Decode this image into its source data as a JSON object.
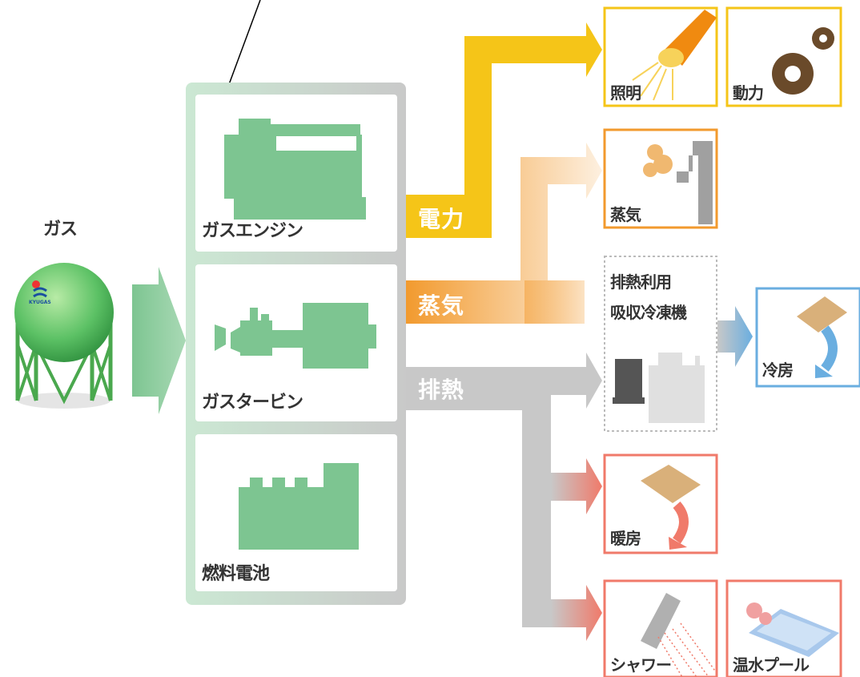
{
  "source": {
    "label": "ガス",
    "tank_mark": "KYUGAS"
  },
  "generators": [
    {
      "id": "gas-engine",
      "label": "ガスエンジン"
    },
    {
      "id": "gas-turbine",
      "label": "ガスタービン"
    },
    {
      "id": "fuel-cell",
      "label": "燃料電池"
    }
  ],
  "flows": {
    "electricity": {
      "label": "電力",
      "color": "#f5c518"
    },
    "steam": {
      "label": "蒸気",
      "color": "#f29a2e"
    },
    "exhaust_heat": {
      "label": "排熱",
      "color": "#c8c8c8"
    }
  },
  "uses": {
    "lighting": {
      "label": "照明"
    },
    "power": {
      "label": "動力"
    },
    "steam": {
      "label": "蒸気"
    },
    "absorption_chiller": {
      "label_line1": "排熱利用",
      "label_line2": "吸収冷凍機"
    },
    "cooling": {
      "label": "冷房"
    },
    "heating": {
      "label": "暖房"
    },
    "shower": {
      "label": "シャワー"
    },
    "pool": {
      "label": "温水プール"
    }
  },
  "colors": {
    "green": "#7dc591",
    "panel_border": "#d2ddd5",
    "yellow": "#f5c518",
    "orange": "#f29a2e",
    "gray": "#c8c8c8",
    "red": "#f07a6a",
    "blue": "#6aaee0"
  }
}
